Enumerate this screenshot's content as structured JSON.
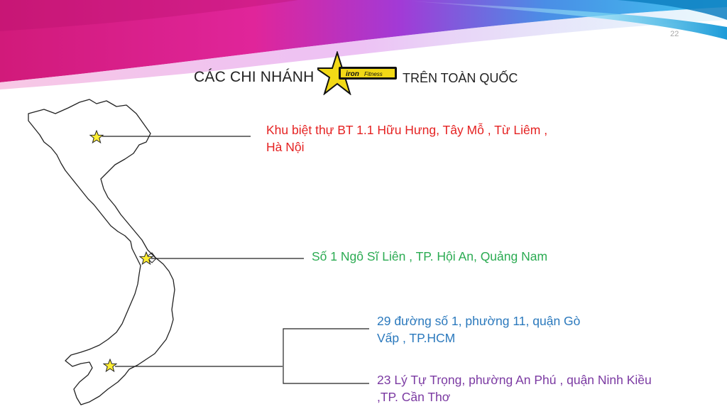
{
  "slide": {
    "page_number": "22",
    "title_left": "CÁC CHI NHÁNH",
    "title_right": "TRÊN TOÀN QUỐC",
    "logo_text": "ironFitness"
  },
  "branches": [
    {
      "name": "hanoi",
      "lines": [
        "Khu biệt thự BT 1.1 Hữu Hưng, Tây Mỗ , Từ Liêm ,",
        "Hà Nội"
      ],
      "color": "#e52222"
    },
    {
      "name": "hoian",
      "lines": [
        "Số 1 Ngô Sĩ Liên , TP. Hội An, Quảng Nam"
      ],
      "color": "#2bab52"
    },
    {
      "name": "hcm",
      "lines": [
        "29 đường số 1, phường 11, quận Gò",
        "Vấp , TP.HCM"
      ],
      "color": "#2b79bd"
    },
    {
      "name": "cantho",
      "lines": [
        "23 Lý Tự Trọng, phường An Phú , quận Ninh Kiều",
        ",TP. Cần Thơ"
      ],
      "color": "#7b3aa2"
    }
  ],
  "colors": {
    "star_fill": "#ffee33",
    "logo_yellow": "#f2d916",
    "text_dark": "#222222"
  },
  "icons": {
    "location_marker": "star-icon",
    "logo": "iron-fitness-star-logo"
  }
}
